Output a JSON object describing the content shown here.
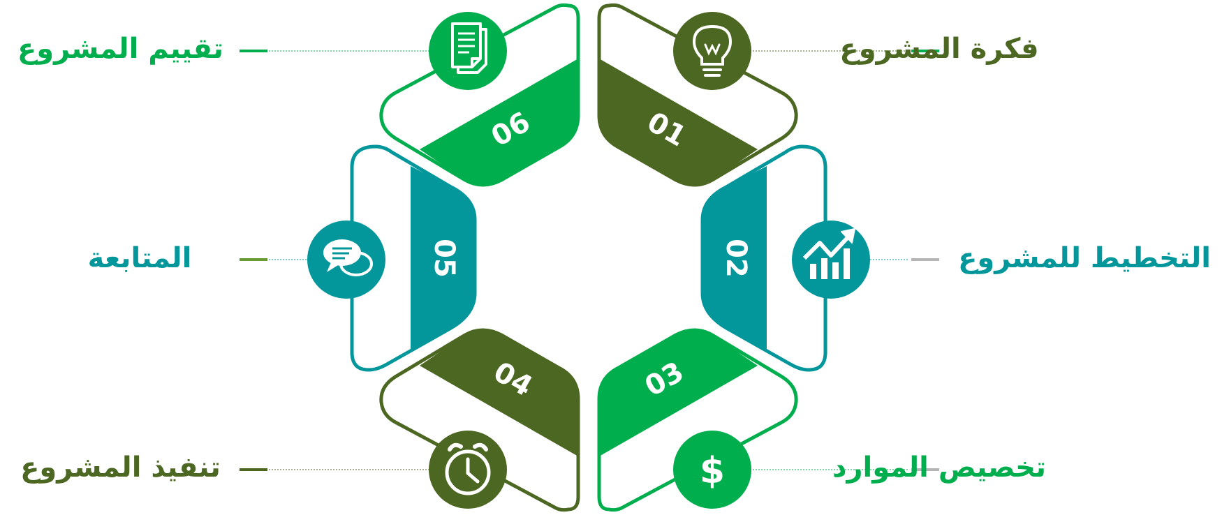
{
  "colors": {
    "olive": "#4c6722",
    "teal": "#03979b",
    "green": "#00ae4d",
    "dash_gray": "#b5b5b5"
  },
  "steps": [
    {
      "number": "01",
      "label": "فكرة المشروع",
      "color": "#4c6722",
      "icon": "lightbulb-icon"
    },
    {
      "number": "02",
      "label": "التخطيط للمشروع",
      "color": "#03979b",
      "icon": "growth-chart-icon"
    },
    {
      "number": "03",
      "label": "تخصيص الموارد",
      "color": "#00ae4d",
      "icon": "dollar-icon"
    },
    {
      "number": "04",
      "label": "تنفيذ المشروع",
      "color": "#4c6722",
      "icon": "alarm-clock-icon"
    },
    {
      "number": "05",
      "label": "المتابعة",
      "color": "#03979b",
      "icon": "chat-bubbles-icon"
    },
    {
      "number": "06",
      "label": "تقييم المشروع",
      "color": "#00ae4d",
      "icon": "document-icon"
    }
  ]
}
